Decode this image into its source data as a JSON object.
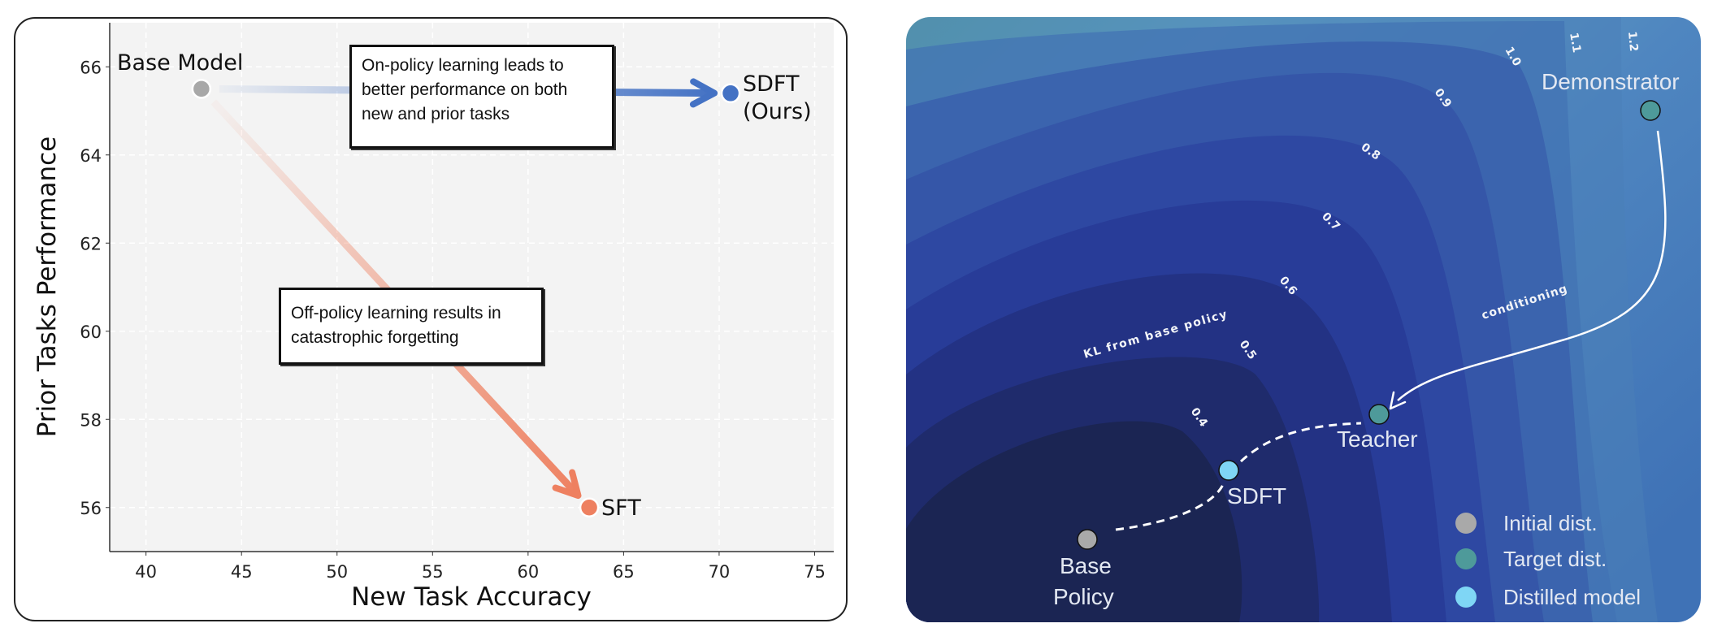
{
  "chart_data": {
    "type": "scatter",
    "xlabel": "New Task Accuracy",
    "ylabel": "Prior Tasks Performance",
    "xlim": [
      38.1,
      76
    ],
    "ylim": [
      55,
      67
    ],
    "xticks": [
      40,
      45,
      50,
      55,
      60,
      65,
      70,
      75
    ],
    "yticks": [
      56,
      58,
      60,
      62,
      64,
      66
    ],
    "grid": true,
    "points": [
      {
        "name": "Base Model",
        "x": 42.9,
        "y": 65.5,
        "color": "#a8a8a8"
      },
      {
        "name": "SDFT (Ours)",
        "x": 70.6,
        "y": 65.4,
        "color": "#4472c4"
      },
      {
        "name": "SFT",
        "x": 63.2,
        "y": 56.0,
        "color": "#ee8060"
      }
    ],
    "arrows": [
      {
        "from": "Base Model",
        "to": "SDFT (Ours)",
        "color": "#4472c4"
      },
      {
        "from": "Base Model",
        "to": "SFT",
        "color": "#ee8060"
      }
    ],
    "labels": {
      "base": "Base Model",
      "sdft_line1": "SDFT",
      "sdft_line2": "(Ours)",
      "sft": "SFT"
    },
    "annotations": [
      "On-policy learning leads to better performance on both new and prior tasks",
      "Off-policy learning results in catastrophic forgetting"
    ]
  },
  "diagram": {
    "contour_levels": [
      "0.4",
      "0.5",
      "0.6",
      "0.7",
      "0.8",
      "0.9",
      "1.0",
      "1.1",
      "1.2"
    ],
    "kl_label": "KL from base policy",
    "conditioning_label": "conditioning",
    "nodes": {
      "demonstrator": "Demonstrator",
      "teacher": "Teacher",
      "sdft": "SDFT",
      "base_line1": "Base",
      "base_line2": "Policy"
    },
    "legend": [
      {
        "label": "Initial dist.",
        "color": "#a9a9a9"
      },
      {
        "label": "Target dist.",
        "color": "#4e9a9a"
      },
      {
        "label": "Distilled model",
        "color": "#7fd6f5"
      }
    ]
  }
}
